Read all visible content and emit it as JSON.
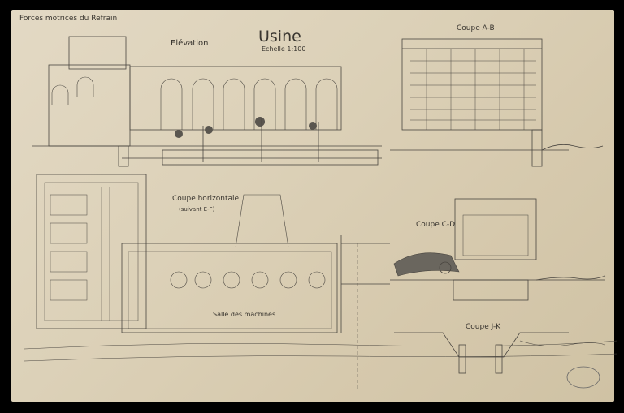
{
  "header": {
    "left_caption": "Forces motrices du Refrain",
    "title": "Usine",
    "scale": "Echelle 1:100"
  },
  "views": {
    "elevation": "Elévation",
    "coupe_ab": "Coupe A-B",
    "coupe_horizontale": "Coupe horizontale",
    "coupe_horizontale_sub": "(suivant E-F)",
    "coupe_cd": "Coupe C-D",
    "coupe_jk": "Coupe J-K",
    "salle": "Salle des machines"
  }
}
